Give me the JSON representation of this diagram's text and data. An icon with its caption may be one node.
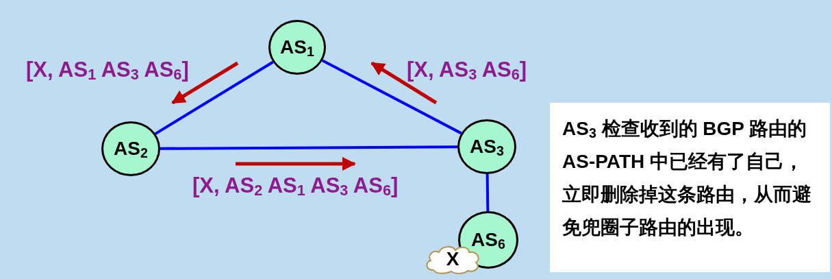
{
  "diagram": {
    "nodes": [
      {
        "text": [
          "AS$_{1}$"
        ]
      },
      {
        "text": [
          "AS$_{2}$"
        ]
      },
      {
        "text": [
          "AS$_{3}$"
        ]
      },
      {
        "text": [
          "AS$_{6}$"
        ]
      },
      {
        "text": [
          "X"
        ]
      },
      {
        "text": [
          "AS$_{3}$ 检查收到的 BGP 路由的 AS-PATH 中已经有了自己，立即删除掉这条路由，从而避免兜圈子路由的出现。"
        ]
      }
    ],
    "edges": [
      {
        "from": 0,
        "to": 1,
        "arrow": "none"
      },
      {
        "from": 0,
        "to": 2,
        "arrow": "none"
      },
      {
        "from": 1,
        "to": 2,
        "arrow": "none"
      },
      {
        "from": 2,
        "to": 3,
        "arrow": "none"
      }
    ],
    "labels": [
      "[X, AS$_{1}$ AS$_{3}$ AS$_{6}$]",
      "[X, AS$_{3}$ AS$_{6}$]",
      "[X, AS$_{2}$ AS$_{1}$ AS$_{3}$ AS$_{6}$]"
    ]
  }
}
